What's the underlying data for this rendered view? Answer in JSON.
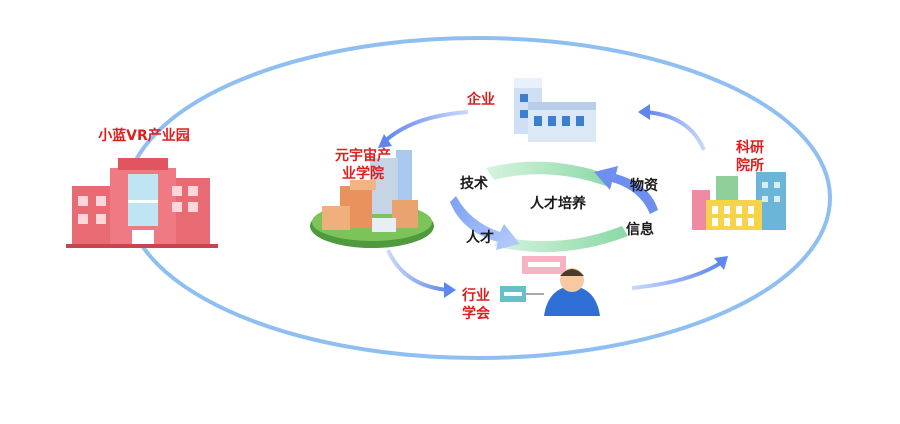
{
  "labels": {
    "park": "小蓝VR产业园",
    "enterprise": "企业",
    "academy": "元宇宙产\n业学院",
    "institute": "科研\n院所",
    "association": "行业\n学会",
    "tech": "技术",
    "talent": "人才",
    "training": "人才培养",
    "materials": "物资",
    "info": "信息"
  },
  "colors": {
    "red_text": "#e01c1c",
    "ring": "#8fbff0",
    "arrow": "#6f8ff0",
    "green_band": "#9ee0b0"
  }
}
